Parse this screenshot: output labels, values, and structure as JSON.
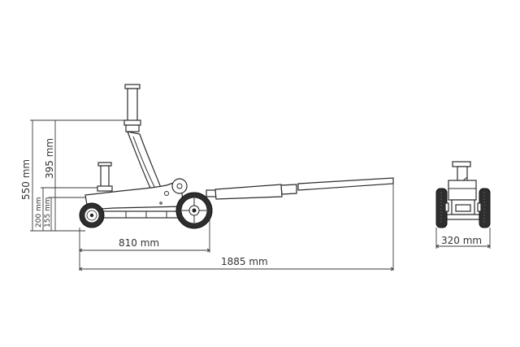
{
  "diagram": {
    "type": "technical-drawing",
    "subject": "hydraulic trolley jack side and front views",
    "dimensions": {
      "max_height": "550 mm",
      "lift_range": "395 mm",
      "saddle_height_low": "200 mm",
      "frame_height": "155 mm",
      "wheelbase": "810 mm",
      "overall_length": "1885 mm",
      "width": "320 mm"
    },
    "views": [
      "side-view",
      "front-view"
    ],
    "colors": {
      "line": "#2b2b2b",
      "tire": "#2e2e2e",
      "background": "#ffffff"
    }
  }
}
